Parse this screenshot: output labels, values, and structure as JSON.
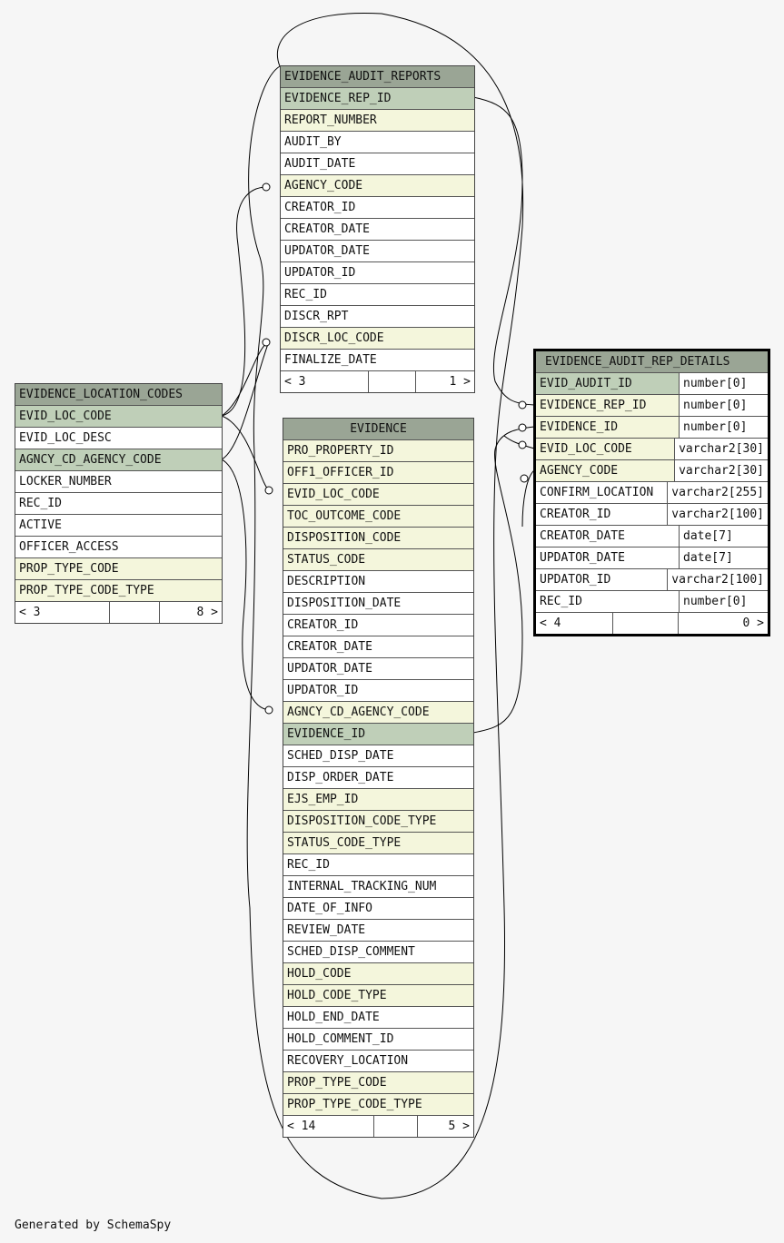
{
  "tables": {
    "audit_reports": {
      "name": "EVIDENCE_AUDIT_REPORTS",
      "columns": [
        {
          "name": "EVIDENCE_REP_ID",
          "kind": "pk"
        },
        {
          "name": "REPORT_NUMBER",
          "kind": "fk"
        },
        {
          "name": "AUDIT_BY",
          "kind": "plain"
        },
        {
          "name": "AUDIT_DATE",
          "kind": "plain"
        },
        {
          "name": "AGENCY_CODE",
          "kind": "fk"
        },
        {
          "name": "CREATOR_ID",
          "kind": "plain"
        },
        {
          "name": "CREATOR_DATE",
          "kind": "plain"
        },
        {
          "name": "UPDATOR_DATE",
          "kind": "plain"
        },
        {
          "name": "UPDATOR_ID",
          "kind": "plain"
        },
        {
          "name": "REC_ID",
          "kind": "plain"
        },
        {
          "name": "DISCR_RPT",
          "kind": "plain"
        },
        {
          "name": "DISCR_LOC_CODE",
          "kind": "fk"
        },
        {
          "name": "FINALIZE_DATE",
          "kind": "plain"
        }
      ],
      "footer": {
        "left": "< 3",
        "right": "1 >"
      }
    },
    "location_codes": {
      "name": "EVIDENCE_LOCATION_CODES",
      "columns": [
        {
          "name": "EVID_LOC_CODE",
          "kind": "pk"
        },
        {
          "name": "EVID_LOC_DESC",
          "kind": "plain"
        },
        {
          "name": "AGNCY_CD_AGENCY_CODE",
          "kind": "pk"
        },
        {
          "name": "LOCKER_NUMBER",
          "kind": "plain"
        },
        {
          "name": "REC_ID",
          "kind": "plain"
        },
        {
          "name": "ACTIVE",
          "kind": "plain"
        },
        {
          "name": "OFFICER_ACCESS",
          "kind": "plain"
        },
        {
          "name": "PROP_TYPE_CODE",
          "kind": "fk"
        },
        {
          "name": "PROP_TYPE_CODE_TYPE",
          "kind": "fk"
        }
      ],
      "footer": {
        "left": "< 3",
        "right": "8 >"
      }
    },
    "evidence": {
      "name": "EVIDENCE",
      "columns": [
        {
          "name": "PRO_PROPERTY_ID",
          "kind": "fk"
        },
        {
          "name": "OFF1_OFFICER_ID",
          "kind": "fk"
        },
        {
          "name": "EVID_LOC_CODE",
          "kind": "fk"
        },
        {
          "name": "TOC_OUTCOME_CODE",
          "kind": "fk"
        },
        {
          "name": "DISPOSITION_CODE",
          "kind": "fk"
        },
        {
          "name": "STATUS_CODE",
          "kind": "fk"
        },
        {
          "name": "DESCRIPTION",
          "kind": "plain"
        },
        {
          "name": "DISPOSITION_DATE",
          "kind": "plain"
        },
        {
          "name": "CREATOR_ID",
          "kind": "plain"
        },
        {
          "name": "CREATOR_DATE",
          "kind": "plain"
        },
        {
          "name": "UPDATOR_DATE",
          "kind": "plain"
        },
        {
          "name": "UPDATOR_ID",
          "kind": "plain"
        },
        {
          "name": "AGNCY_CD_AGENCY_CODE",
          "kind": "fk"
        },
        {
          "name": "EVIDENCE_ID",
          "kind": "pk"
        },
        {
          "name": "SCHED_DISP_DATE",
          "kind": "plain"
        },
        {
          "name": "DISP_ORDER_DATE",
          "kind": "plain"
        },
        {
          "name": "EJS_EMP_ID",
          "kind": "fk"
        },
        {
          "name": "DISPOSITION_CODE_TYPE",
          "kind": "fk"
        },
        {
          "name": "STATUS_CODE_TYPE",
          "kind": "fk"
        },
        {
          "name": "REC_ID",
          "kind": "plain"
        },
        {
          "name": "INTERNAL_TRACKING_NUM",
          "kind": "plain"
        },
        {
          "name": "DATE_OF_INFO",
          "kind": "plain"
        },
        {
          "name": "REVIEW_DATE",
          "kind": "plain"
        },
        {
          "name": "SCHED_DISP_COMMENT",
          "kind": "plain"
        },
        {
          "name": "HOLD_CODE",
          "kind": "fk"
        },
        {
          "name": "HOLD_CODE_TYPE",
          "kind": "fk"
        },
        {
          "name": "HOLD_END_DATE",
          "kind": "plain"
        },
        {
          "name": "HOLD_COMMENT_ID",
          "kind": "plain"
        },
        {
          "name": "RECOVERY_LOCATION",
          "kind": "plain"
        },
        {
          "name": "PROP_TYPE_CODE",
          "kind": "fk"
        },
        {
          "name": "PROP_TYPE_CODE_TYPE",
          "kind": "fk"
        }
      ],
      "footer": {
        "left": "< 14",
        "right": "5 >"
      }
    },
    "audit_rep_details": {
      "name": "EVIDENCE_AUDIT_REP_DETAILS",
      "columns": [
        {
          "name": "EVID_AUDIT_ID",
          "type": "number[0]",
          "kind": "pk"
        },
        {
          "name": "EVIDENCE_REP_ID",
          "type": "number[0]",
          "kind": "fk"
        },
        {
          "name": "EVIDENCE_ID",
          "type": "number[0]",
          "kind": "fk"
        },
        {
          "name": "EVID_LOC_CODE",
          "type": "varchar2[30]",
          "kind": "fk"
        },
        {
          "name": "AGENCY_CODE",
          "type": "varchar2[30]",
          "kind": "fk"
        },
        {
          "name": "CONFIRM_LOCATION",
          "type": "varchar2[255]",
          "kind": "plain"
        },
        {
          "name": "CREATOR_ID",
          "type": "varchar2[100]",
          "kind": "plain"
        },
        {
          "name": "CREATOR_DATE",
          "type": "date[7]",
          "kind": "plain"
        },
        {
          "name": "UPDATOR_DATE",
          "type": "date[7]",
          "kind": "plain"
        },
        {
          "name": "UPDATOR_ID",
          "type": "varchar2[100]",
          "kind": "plain"
        },
        {
          "name": "REC_ID",
          "type": "number[0]",
          "kind": "plain"
        }
      ],
      "footer": {
        "left": "< 4",
        "right": "0 >"
      }
    }
  },
  "footer_text": "Generated by SchemaSpy",
  "colors": {
    "header": "#9aa595",
    "pk": "#bfcfb8",
    "fk": "#f4f6dc",
    "plain": "#ffffff",
    "line": "#000000"
  }
}
